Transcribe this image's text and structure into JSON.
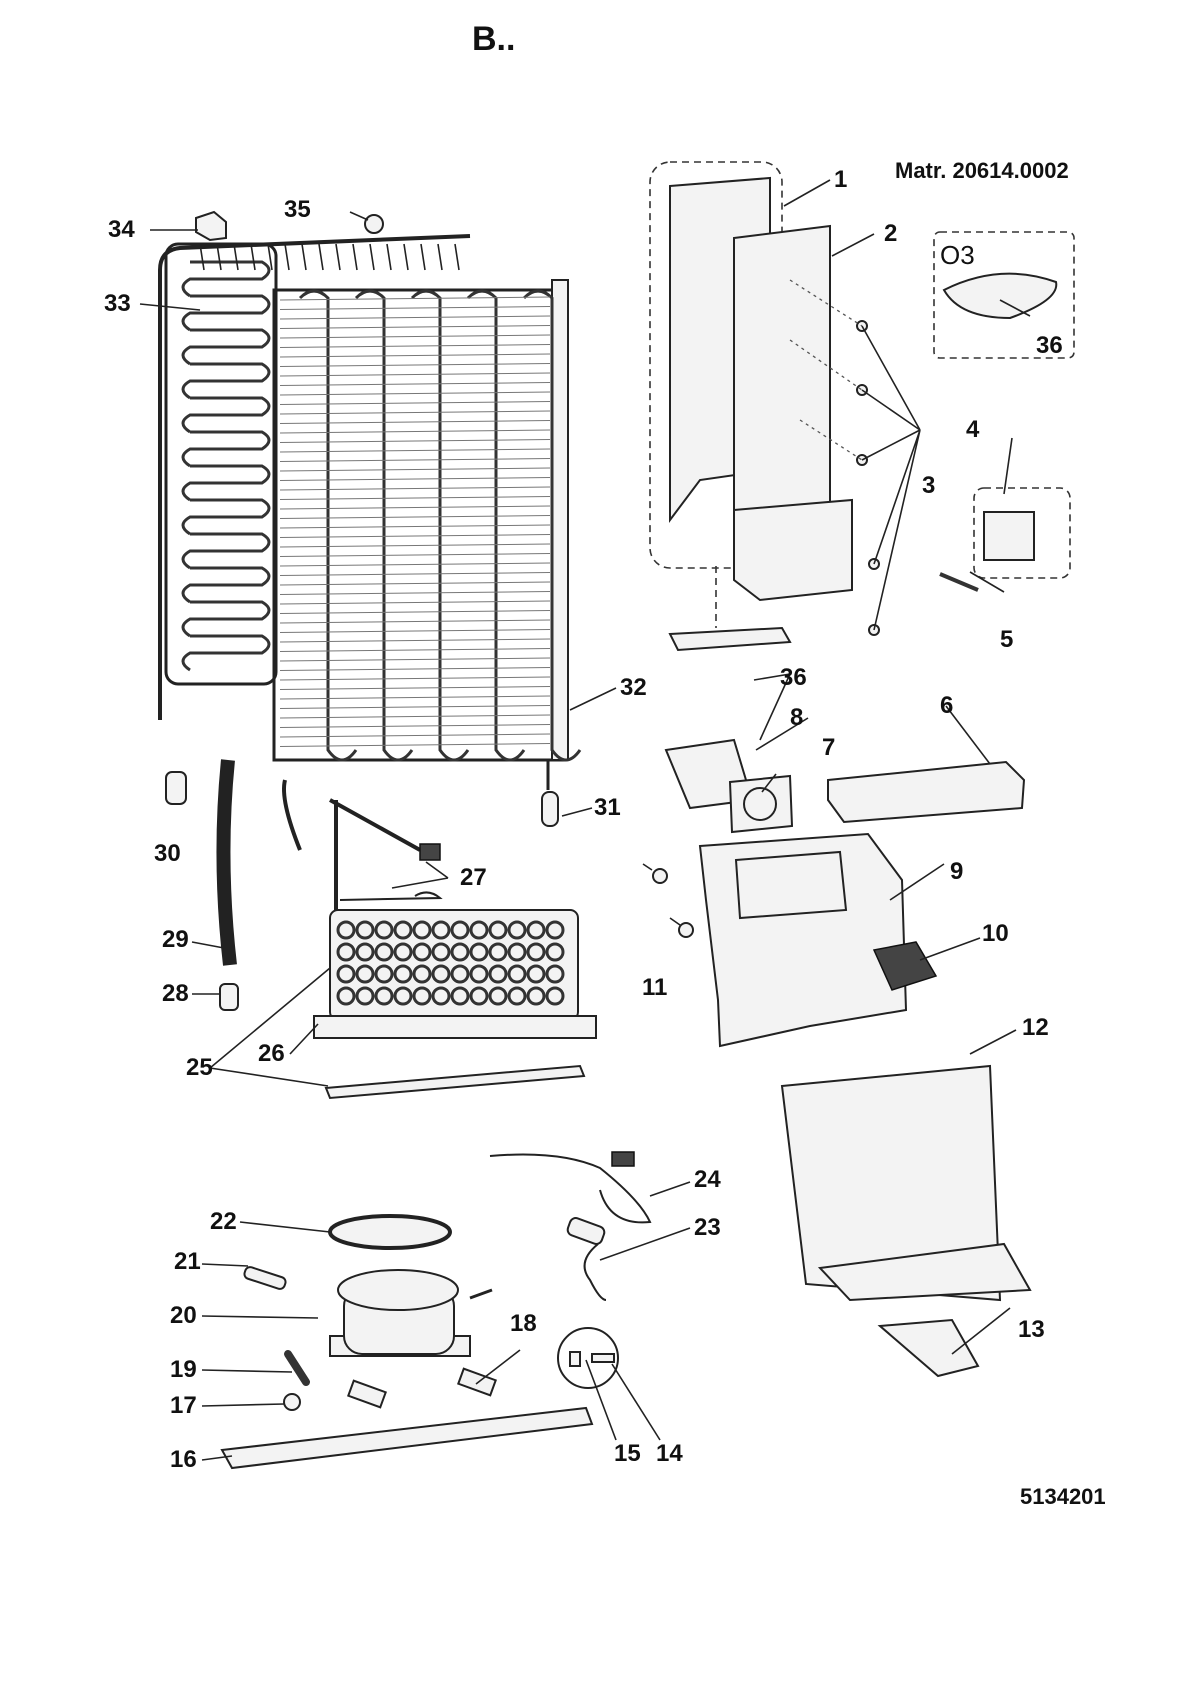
{
  "title": "B..",
  "material": "Matr. 20614.0002",
  "drawing_code": "5134201",
  "inset_label": "O3",
  "callouts": {
    "p1": "1",
    "p2": "2",
    "p3": "3",
    "p4": "4",
    "p5": "5",
    "p6": "6",
    "p7": "7",
    "p8": "8",
    "p9": "9",
    "p10": "10",
    "p11": "11",
    "p12": "12",
    "p13": "13",
    "p14": "14",
    "p15": "15",
    "p16": "16",
    "p17": "17",
    "p18": "18",
    "p19": "19",
    "p20": "20",
    "p21": "21",
    "p22": "22",
    "p23": "23",
    "p24": "24",
    "p25": "25",
    "p26": "26",
    "p27": "27",
    "p28": "28",
    "p29": "29",
    "p30": "30",
    "p31": "31",
    "p32": "32",
    "p33": "33",
    "p34": "34",
    "p35": "35",
    "p36a": "36",
    "p36b": "36"
  }
}
